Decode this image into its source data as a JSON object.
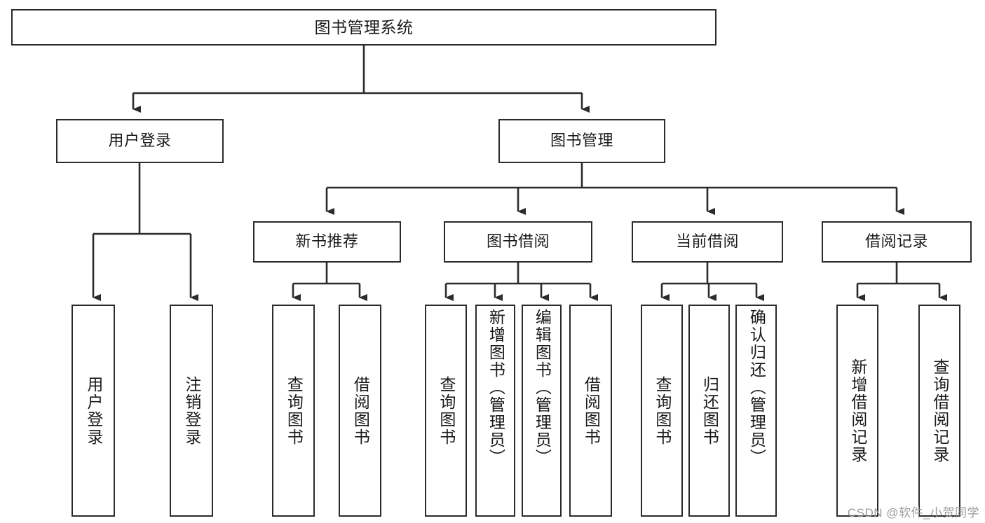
{
  "diagram": {
    "title": "图书管理系统",
    "type": "tree-hierarchy-functional-structure",
    "watermark": "CSDN @软件_小贺同学",
    "colors": {
      "stroke": "#2b2b2b",
      "fill": "#ffffff",
      "text": "#1a1a1a",
      "watermark": "#9b9b9b"
    }
  },
  "nodes": {
    "root": {
      "label": "图书管理系统"
    },
    "level2": [
      {
        "id": "user-login",
        "label": "用户登录"
      },
      {
        "id": "book-manage",
        "label": "图书管理"
      }
    ],
    "level3": [
      {
        "id": "new-book-recommend",
        "label": "新书推荐"
      },
      {
        "id": "book-borrow",
        "label": "图书借阅"
      },
      {
        "id": "current-borrow",
        "label": "当前借阅"
      },
      {
        "id": "borrow-record",
        "label": "借阅记录"
      }
    ],
    "leaves": {
      "user-login": [
        {
          "id": "leaf-user-login",
          "label": "用户登录"
        },
        {
          "id": "leaf-user-logout",
          "label": "注销登录"
        }
      ],
      "new-book-recommend": [
        {
          "id": "leaf-query-book-1",
          "label": "查询图书"
        },
        {
          "id": "leaf-borrow-book-1",
          "label": "借阅图书"
        }
      ],
      "book-borrow": [
        {
          "id": "leaf-query-book-2",
          "label": "查询图书"
        },
        {
          "id": "leaf-add-book",
          "label": "新增图书（管理员）"
        },
        {
          "id": "leaf-edit-book",
          "label": "编辑图书（管理员）"
        },
        {
          "id": "leaf-borrow-book-2",
          "label": "借阅图书"
        }
      ],
      "current-borrow": [
        {
          "id": "leaf-query-book-3",
          "label": "查询图书"
        },
        {
          "id": "leaf-return-book",
          "label": "归还图书"
        },
        {
          "id": "leaf-confirm-return",
          "label": "确认归还（管理员）"
        }
      ],
      "borrow-record": [
        {
          "id": "leaf-add-record",
          "label": "新增借阅记录"
        },
        {
          "id": "leaf-query-record",
          "label": "查询借阅记录"
        }
      ]
    }
  }
}
